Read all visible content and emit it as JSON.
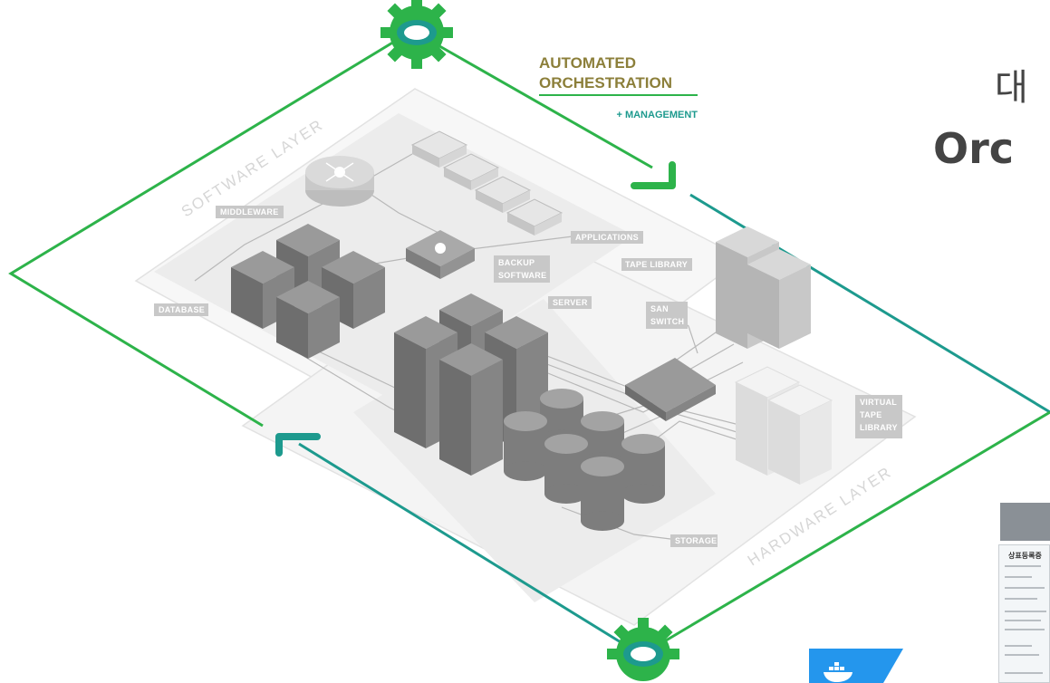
{
  "diagram": {
    "orchestration": {
      "title_line1": "AUTOMATED",
      "title_line2": "ORCHESTRATION",
      "subtitle": "+ MANAGEMENT"
    },
    "layers": {
      "software": "SOFTWARE LAYER",
      "hardware": "HARDWARE LAYER"
    },
    "labels": {
      "middleware": "MIDDLEWARE",
      "database": "DATABASE",
      "applications": "APPLICATIONS",
      "backup_line1": "BACKUP",
      "backup_line2": "SOFTWARE",
      "server": "SERVER",
      "tape_library": "TAPE LIBRARY",
      "san_line1": "SAN",
      "san_line2": "SWITCH",
      "vtl_line1": "VIRTUAL",
      "vtl_line2": "TAPE",
      "vtl_line3": "LIBRARY",
      "storage": "STORAGE"
    },
    "colors": {
      "green": "#2db34a",
      "teal": "#1d9a8e",
      "gold": "#8c7f3a",
      "label_bg": "#c8c8c8"
    }
  },
  "page": {
    "title_ko": "대",
    "title_en": "Orc",
    "certificate_title": "상표등록증"
  }
}
